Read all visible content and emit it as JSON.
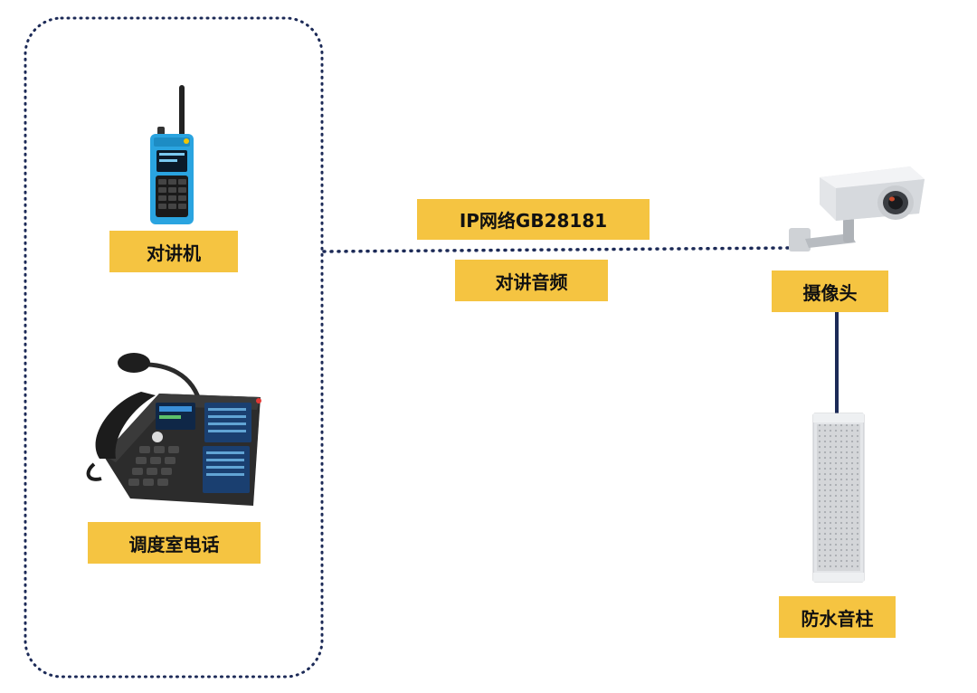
{
  "devices": {
    "radio": {
      "label": "对讲机",
      "icon": "walkie-talkie-icon"
    },
    "phone": {
      "label": "调度室电话",
      "icon": "desk-phone-icon"
    },
    "camera": {
      "label": "摄像头",
      "icon": "security-camera-icon"
    },
    "speaker": {
      "label": "防水音柱",
      "icon": "column-speaker-icon"
    }
  },
  "links": {
    "network_label": "IP网络GB28181",
    "audio_label": "对讲音频"
  },
  "colors": {
    "label_bg": "#f5c441",
    "line": "#1c2a57",
    "group_border": "#1c2a57"
  }
}
